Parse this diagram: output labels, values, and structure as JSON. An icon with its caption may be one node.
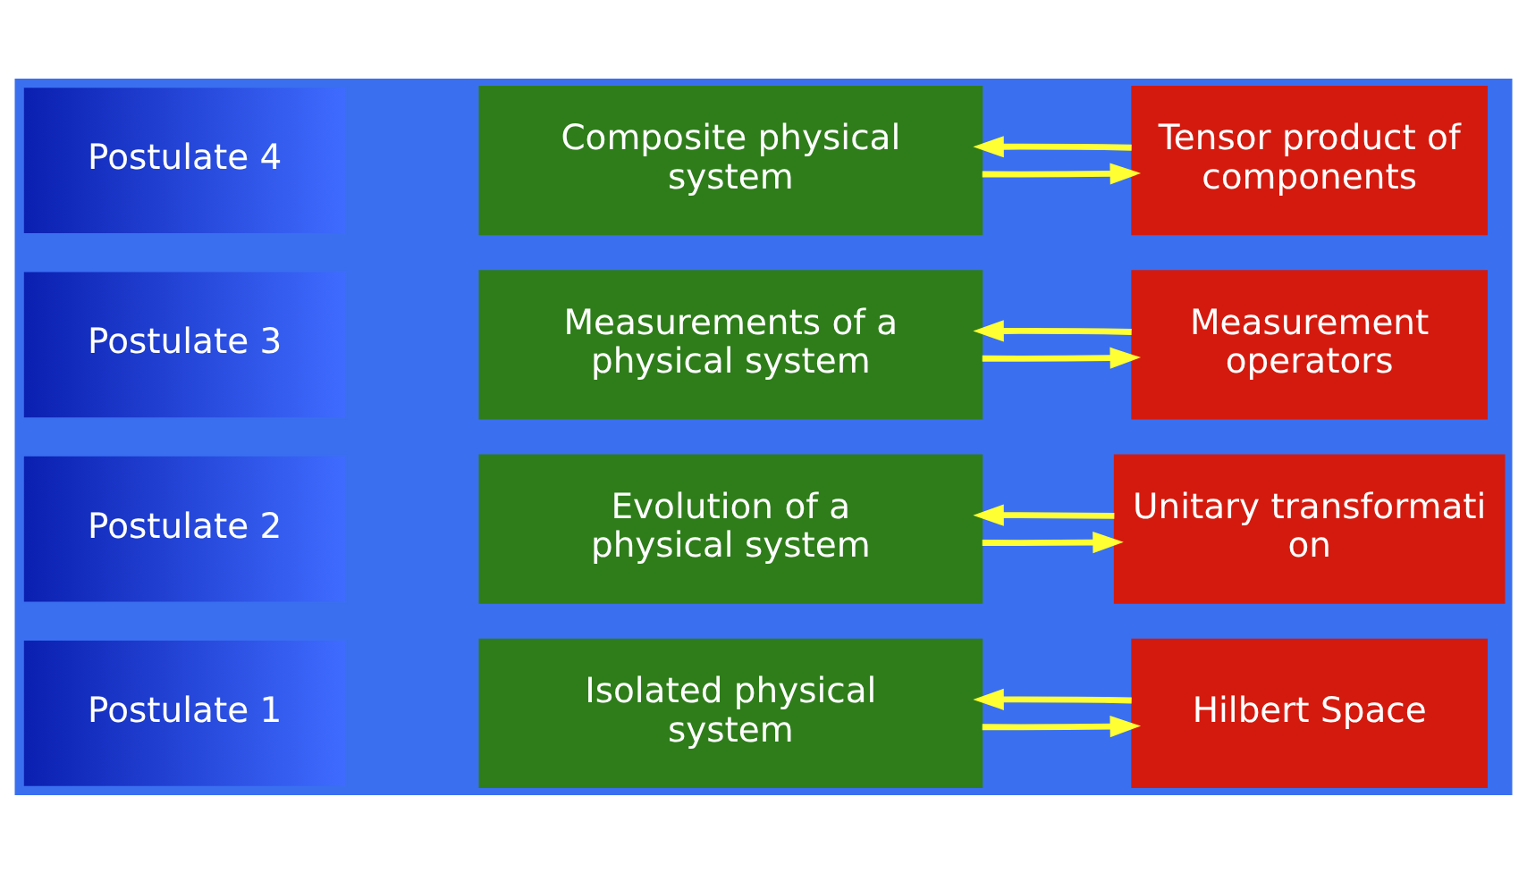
{
  "diagram": {
    "nodes": [
      {
        "text": [
          "Postulate 1"
        ]
      },
      {
        "text": [
          "Isolated physical system"
        ]
      },
      {
        "text": [
          "Hilbert Space"
        ]
      },
      {
        "text": [
          "Postulate 2"
        ]
      },
      {
        "text": [
          "Evolution of a physical system"
        ]
      },
      {
        "text": [
          "Unitary transformati on"
        ]
      },
      {
        "text": [
          "Postulate 3"
        ]
      },
      {
        "text": [
          "Measurements of a physical system"
        ]
      },
      {
        "text": [
          "Measurement operators"
        ]
      },
      {
        "text": [
          "Postulate 4"
        ]
      },
      {
        "text": [
          "Composite physical system"
        ]
      },
      {
        "text": [
          "Tensor product of components"
        ]
      }
    ],
    "edges": [
      {
        "from": 1,
        "to": 2,
        "arrow": "to"
      },
      {
        "from": 2,
        "to": 1,
        "arrow": "to"
      },
      {
        "from": 4,
        "to": 5,
        "arrow": "to"
      },
      {
        "from": 5,
        "to": 4,
        "arrow": "to"
      },
      {
        "from": 7,
        "to": 8,
        "arrow": "to"
      },
      {
        "from": 8,
        "to": 7,
        "arrow": "to"
      },
      {
        "from": 10,
        "to": 11,
        "arrow": "to"
      },
      {
        "from": 11,
        "to": 10,
        "arrow": "to"
      }
    ]
  }
}
